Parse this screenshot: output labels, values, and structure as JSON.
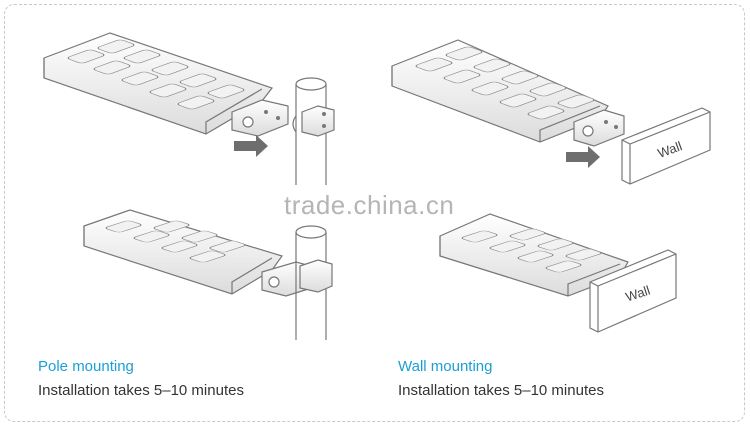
{
  "colors": {
    "title": "#1a9fd5",
    "text": "#333333",
    "stroke": "#777777",
    "panel_cell": "#f2f2f2",
    "arrow": "#6e6e6e",
    "watermark": "#b5b5b5"
  },
  "watermark": "trade.china.cn",
  "wall_sign_top": "Wall",
  "wall_sign_bottom": "Wall",
  "pole_caption": {
    "title": "Pole mounting",
    "description": "Installation takes 5–10 minutes"
  },
  "wall_caption": {
    "title": "Wall mounting",
    "description": "Installation takes 5–10 minutes"
  }
}
